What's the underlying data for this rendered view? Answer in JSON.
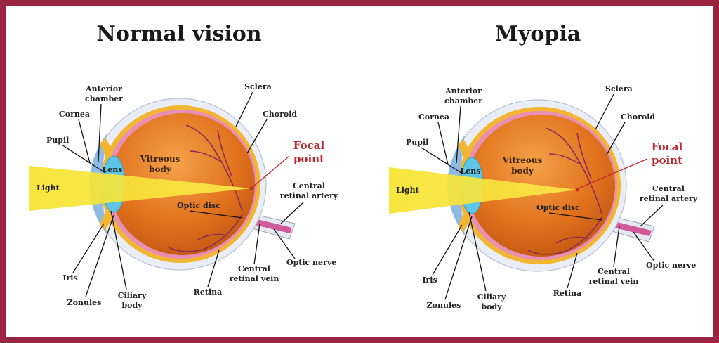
{
  "diagrams": [
    {
      "title": "Normal vision",
      "labels": {
        "anterior_chamber_1": "Anterior",
        "anterior_chamber_2": "chamber",
        "cornea": "Cornea",
        "pupil": "Pupil",
        "lens": "Lens",
        "light": "Light",
        "vitreous_1": "Vitreous",
        "vitreous_2": "body",
        "sclera": "Sclera",
        "choroid": "Choroid",
        "focal_1": "Focal",
        "focal_2": "point",
        "artery_1": "Central",
        "artery_2": "retinal artery",
        "optic_disc": "Optic disc",
        "optic_nerve": "Optic nerve",
        "vein_1": "Central",
        "vein_2": "retinal vein",
        "retina": "Retina",
        "ciliary_1": "Ciliary",
        "ciliary_2": "body",
        "zonules": "Zonules",
        "iris": "Iris"
      }
    },
    {
      "title": "Myopia",
      "labels": {
        "anterior_chamber_1": "Anterior",
        "anterior_chamber_2": "chamber",
        "cornea": "Cornea",
        "pupil": "Pupil",
        "lens": "Lens",
        "light": "Light",
        "vitreous_1": "Vitreous",
        "vitreous_2": "body",
        "sclera": "Sclera",
        "choroid": "Choroid",
        "focal_1": "Focal",
        "focal_2": "point",
        "artery_1": "Central",
        "artery_2": "retinal artery",
        "optic_disc": "Optic disc",
        "optic_nerve": "Optic nerve",
        "vein_1": "Central",
        "vein_2": "retinal vein",
        "retina": "Retina",
        "ciliary_1": "Ciliary",
        "ciliary_2": "body",
        "zonules": "Zonules",
        "iris": "Iris"
      }
    }
  ],
  "colors": {
    "frame": "#9b2540",
    "light_beam": "#f7e22a",
    "focal_text": "#c0272d",
    "eyeball": "#e0701c",
    "sclera": "#e9edf5",
    "choroid": "#f2b632",
    "cornea": "#7fb2e0"
  }
}
